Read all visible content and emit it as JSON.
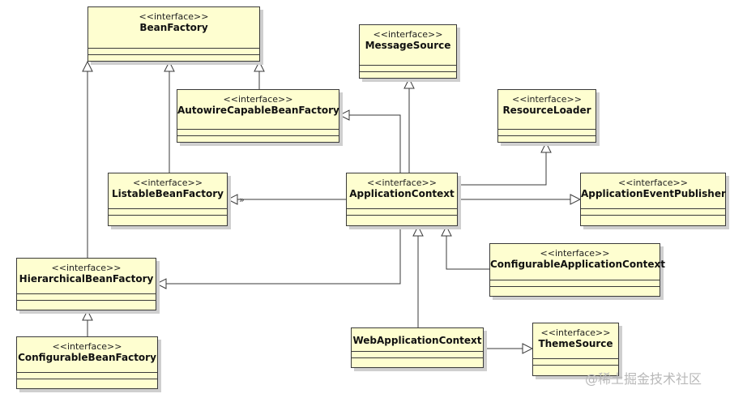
{
  "diagram": {
    "classes": {
      "bean_factory": {
        "stereotype": "<<interface>>",
        "name": "BeanFactory"
      },
      "message_source": {
        "stereotype": "<<interface>>",
        "name": "MessageSource"
      },
      "autowire": {
        "stereotype": "<<interface>>",
        "name": "AutowireCapableBeanFactory"
      },
      "resource_loader": {
        "stereotype": "<<interface>>",
        "name": "ResourceLoader"
      },
      "listable": {
        "stereotype": "<<interface>>",
        "name": "ListableBeanFactory"
      },
      "app_context": {
        "stereotype": "<<interface>>",
        "name": "ApplicationContext"
      },
      "event_publisher": {
        "stereotype": "<<interface>>",
        "name": "ApplicationEventPublisher"
      },
      "configurable_app_context": {
        "stereotype": "<<interface>>",
        "name": "ConfigurableApplicationContext"
      },
      "hierarchical": {
        "stereotype": "<<interface>>",
        "name": "HierarchicalBeanFactory"
      },
      "configurable_bean_factory": {
        "stereotype": "<<interface>>",
        "name": "ConfigurableBeanFactory"
      },
      "web_app_context": {
        "name": "WebApplicationContext"
      },
      "theme_source": {
        "stereotype": "<<interface>>",
        "name": "ThemeSource"
      }
    },
    "relations": [
      {
        "from": "AutowireCapableBeanFactory",
        "to": "BeanFactory",
        "kind": "generalization"
      },
      {
        "from": "ListableBeanFactory",
        "to": "BeanFactory",
        "kind": "generalization"
      },
      {
        "from": "HierarchicalBeanFactory",
        "to": "BeanFactory",
        "kind": "generalization"
      },
      {
        "from": "ConfigurableBeanFactory",
        "to": "HierarchicalBeanFactory",
        "kind": "generalization"
      },
      {
        "from": "ApplicationContext",
        "to": "MessageSource",
        "kind": "generalization"
      },
      {
        "from": "ApplicationContext",
        "to": "AutowireCapableBeanFactory",
        "kind": "generalization"
      },
      {
        "from": "ApplicationContext",
        "to": "ResourceLoader",
        "kind": "generalization"
      },
      {
        "from": "ApplicationContext",
        "to": "ListableBeanFactory",
        "kind": "generalization"
      },
      {
        "from": "ApplicationContext",
        "to": "ApplicationEventPublisher",
        "kind": "generalization"
      },
      {
        "from": "ApplicationContext",
        "to": "HierarchicalBeanFactory",
        "kind": "generalization"
      },
      {
        "from": "ConfigurableApplicationContext",
        "to": "ApplicationContext",
        "kind": "generalization"
      },
      {
        "from": "WebApplicationContext",
        "to": "ApplicationContext",
        "kind": "generalization"
      },
      {
        "from": "WebApplicationContext",
        "to": "ThemeSource",
        "kind": "generalization"
      }
    ],
    "colors": {
      "box_fill": "#fefed0",
      "border": "#3a3a3a",
      "line": "#3a3a3a",
      "shadow": "#cfcfcf"
    }
  },
  "watermark": "@稀土掘金技术社区"
}
